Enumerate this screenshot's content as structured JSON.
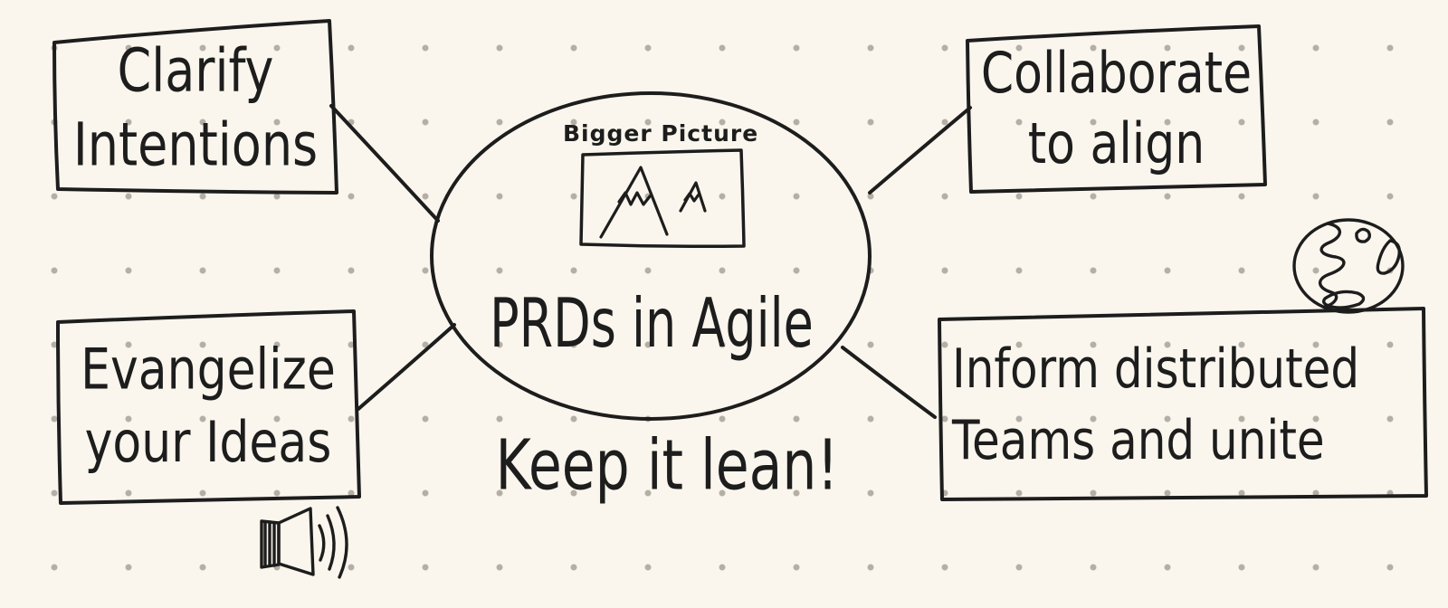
{
  "diagram": {
    "background_color": "#faf6ed",
    "ink_color": "#1d1d1d",
    "dot_color": "#b3afa6",
    "center": {
      "label": "PRDs in Agile",
      "note": "Keep it lean!",
      "inset": {
        "label": "Bigger Picture",
        "icon": "mountains-icon"
      }
    },
    "nodes": [
      {
        "id": "clarify-intentions",
        "line1": "Clarify",
        "line2": "Intentions"
      },
      {
        "id": "collaborate-to-align",
        "line1": "Collaborate",
        "line2": "to align"
      },
      {
        "id": "evangelize-your-ideas",
        "line1": "Evangelize",
        "line2": "your Ideas",
        "icon": "speaker-icon"
      },
      {
        "id": "inform-distributed-teams",
        "line1": "Inform distributed",
        "line2": "Teams and unite",
        "icon": "globe-icon"
      }
    ]
  }
}
